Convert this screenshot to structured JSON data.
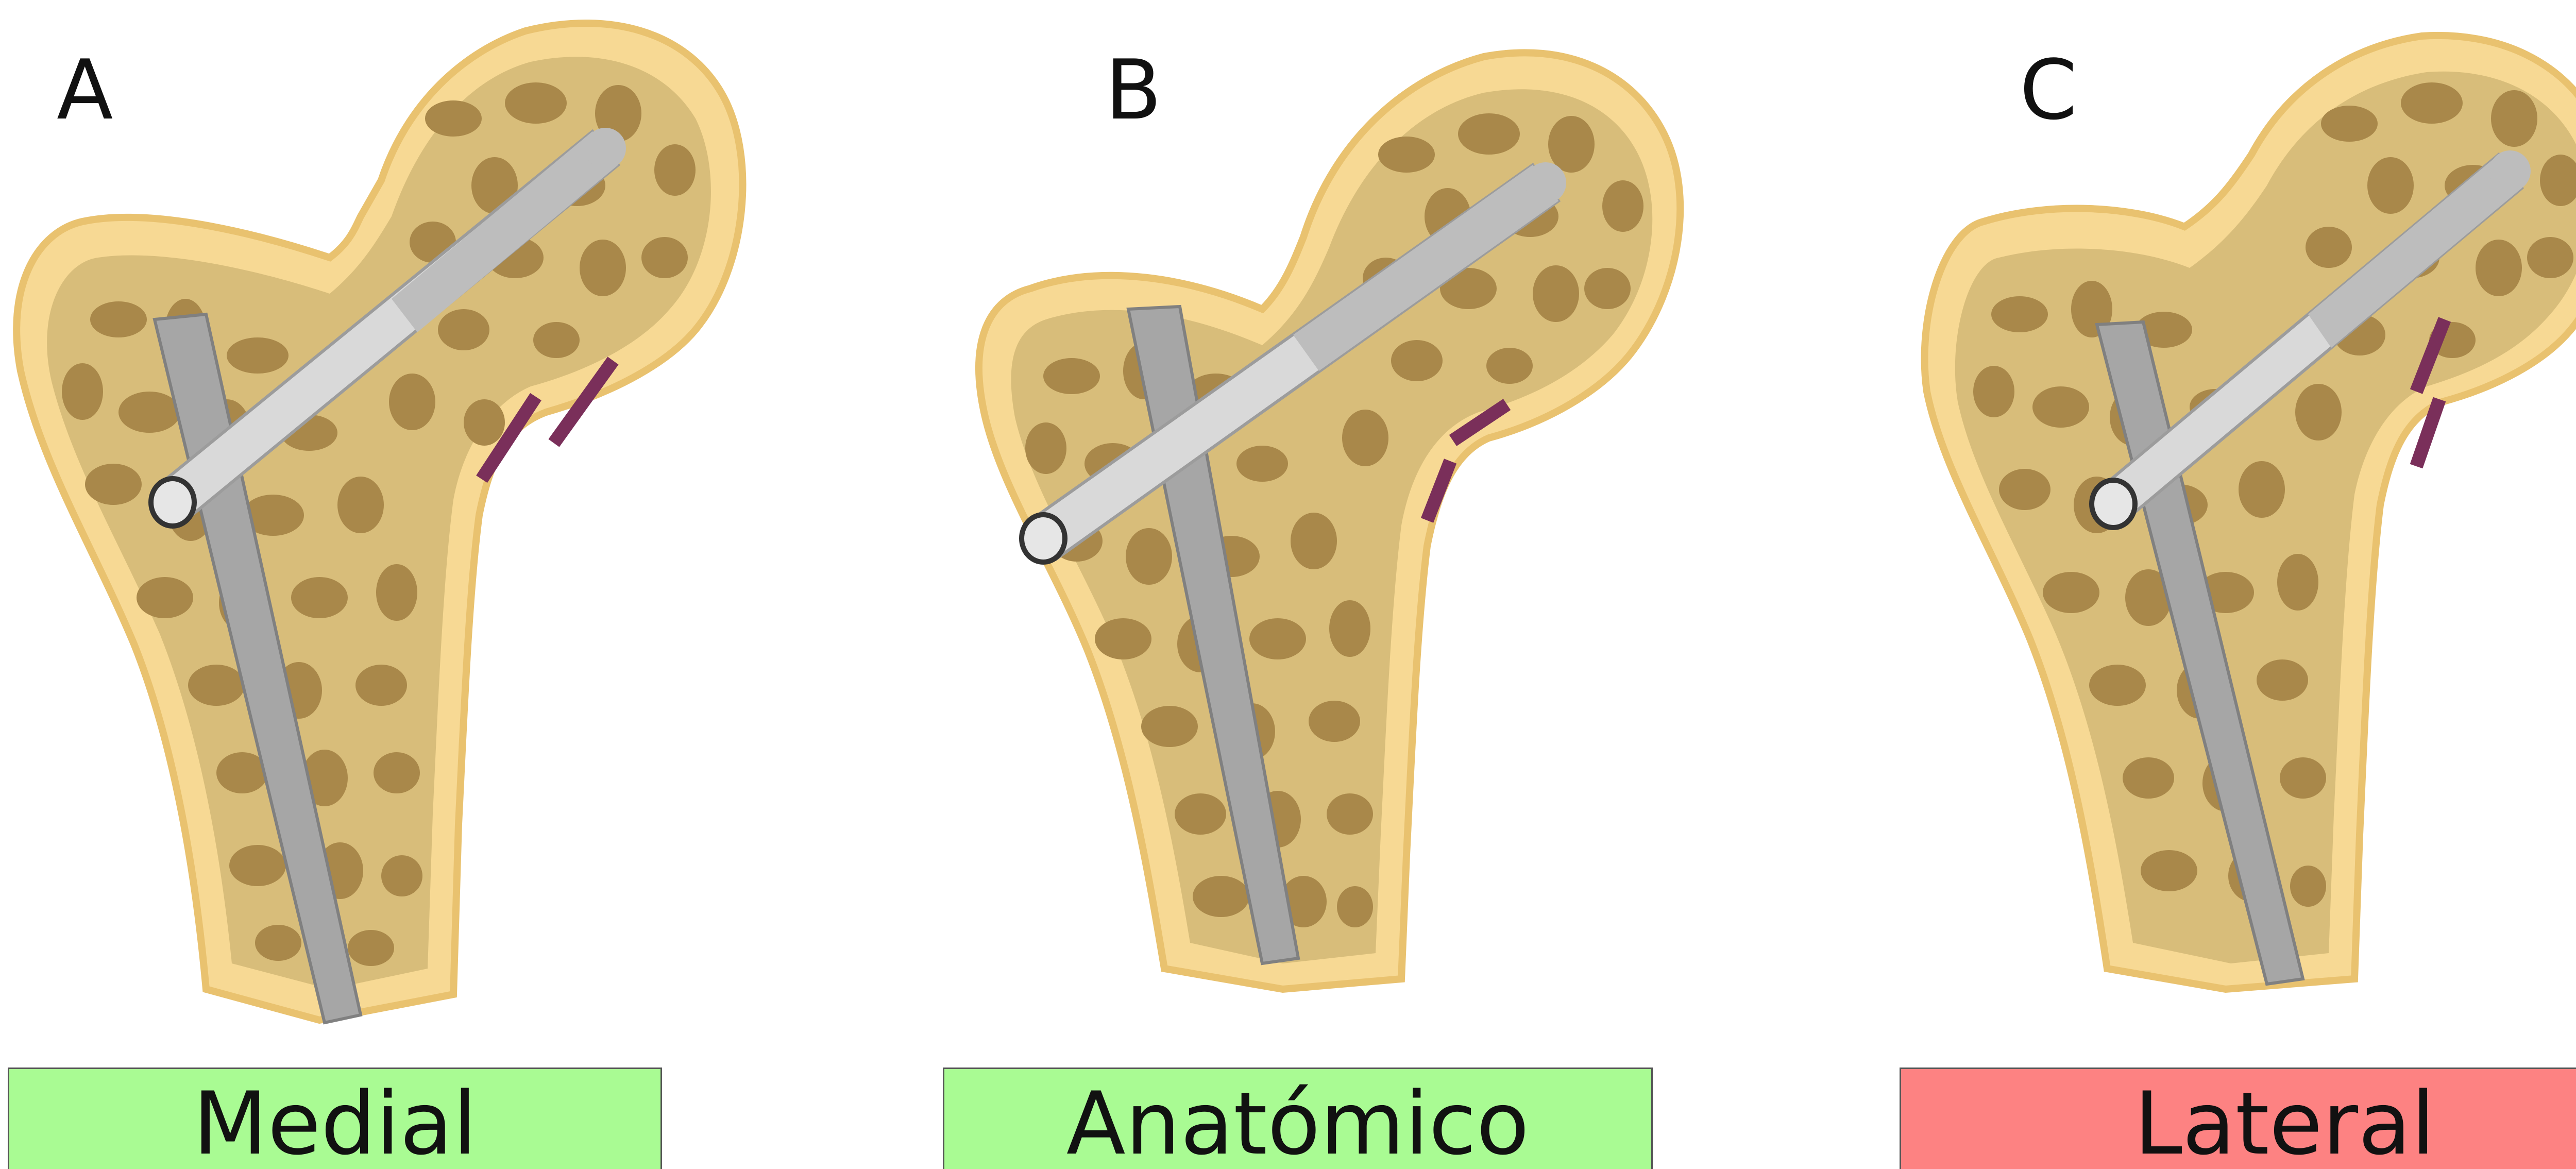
{
  "panels": [
    {
      "letter": "A",
      "position_label": "Medial",
      "label_color": "#a9fb93"
    },
    {
      "letter": "B",
      "position_label": "Anatómico",
      "label_color": "#a9fb93"
    },
    {
      "letter": "C",
      "position_label": "Lateral",
      "label_color": "#fd8282"
    }
  ],
  "colors": {
    "cortex": "#f7d994",
    "cortex_edge": "#e9c26f",
    "cancellous": "#d8bd7a",
    "trabecula": "#a9884a",
    "implant": "#a6a6a6",
    "implant_light": "#d9d9d9",
    "fracture": "#7a2f5a"
  }
}
